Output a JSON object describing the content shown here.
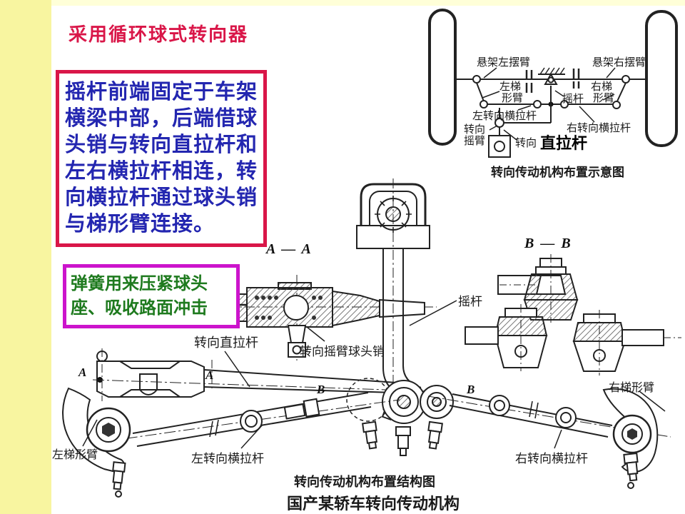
{
  "slide": {
    "title": "采用循环球式转向器"
  },
  "note_box": {
    "lines": [
      "摇杆前端固定于车架",
      "横梁中部，后端借球",
      "头销与转向直拉杆和",
      "左右横拉杆相连，转",
      "向横拉杆通过球头销",
      "与梯形臂连接。"
    ]
  },
  "tip_box": {
    "lines": [
      "弹簧用来压紧球头",
      "座、吸收路面冲击"
    ]
  },
  "schematic": {
    "susp_left": "悬架左摆臂",
    "susp_right": "悬架右摆臂",
    "left_trap_l1": "左梯",
    "left_trap_l2": "形臂",
    "right_trap_l1": "右梯",
    "right_trap_l2": "形臂",
    "yaogan": "摇杆",
    "left_tie": "左转向横拉杆",
    "right_tie": "右转向横拉杆",
    "pitman_l1": "转向",
    "pitman_l2": "摇臂",
    "drag_prefix": "转向",
    "drag_bold": "直拉杆",
    "caption": "转向传动机构布置示意图"
  },
  "sections": {
    "aa": "A — A",
    "bb": "B — B",
    "a": "A",
    "b": "B"
  },
  "drawing": {
    "drag_link": "转向直拉杆",
    "pitman_ball_pin": "转向摇臂球头销",
    "yaogan": "摇杆",
    "right_trap": "右梯形臂",
    "left_trap": "左梯形臂",
    "left_tie": "左转向横拉杆",
    "right_tie": "右转向横拉杆",
    "caption_structure": "转向传动机构布置结构图",
    "caption_main": "国产某轿车转向传动机构"
  },
  "colors": {
    "accent_red": "#d91648",
    "note_text_blue": "#2326b0",
    "tip_border_magenta": "#cc14cc",
    "tip_text_green": "#1e7a1e",
    "sidebar_yellow": "#f8f5a0",
    "topbar_yellow": "#ffffd8",
    "ink": "#1a1a1a"
  }
}
